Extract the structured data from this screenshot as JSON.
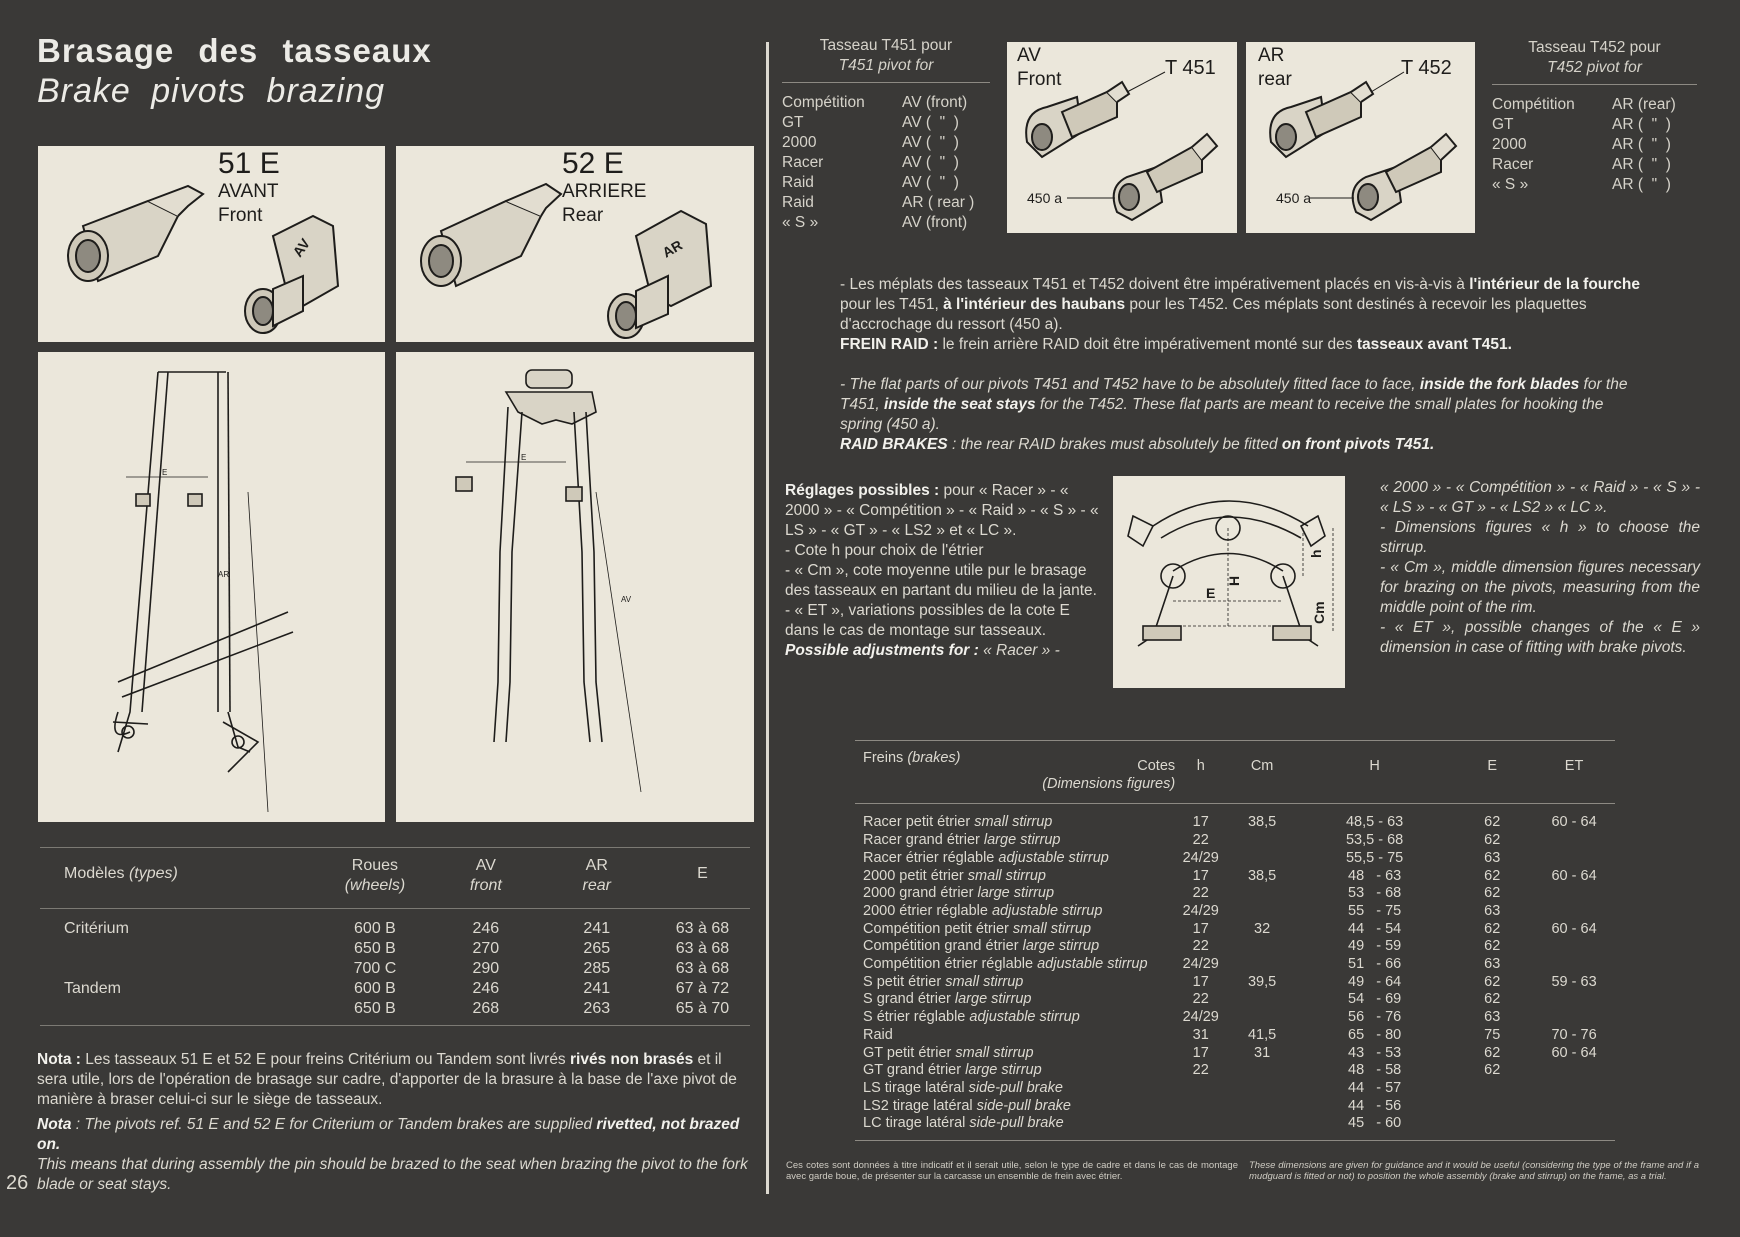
{
  "page": {
    "title": "Brasage des tasseaux",
    "subtitle": "Brake pivots brazing",
    "page_number": "26"
  },
  "pivots_front": {
    "code": "51 E",
    "fr": "AVANT",
    "en": "Front",
    "marking": "AV"
  },
  "pivots_rear": {
    "code": "52 E",
    "fr": "ARRIERE",
    "en": "Rear",
    "marking": "AR"
  },
  "frame_labels": {
    "rear_dim": "E",
    "rear_axis": "AR",
    "fork_dim": "E",
    "fork_axis": "AV"
  },
  "models_table": {
    "headers": {
      "model": "Modèles",
      "model_en": "(types)",
      "wheels": "Roues",
      "wheels_en": "(wheels)",
      "av": "AV",
      "av_en": "front",
      "ar": "AR",
      "ar_en": "rear",
      "e": "E"
    },
    "rows": [
      {
        "model": "Critérium",
        "wheels": "600 B",
        "av": "246",
        "ar": "241",
        "e": "63 à 68"
      },
      {
        "model": "",
        "wheels": "650 B",
        "av": "270",
        "ar": "265",
        "e": "63 à 68"
      },
      {
        "model": "",
        "wheels": "700 C",
        "av": "290",
        "ar": "285",
        "e": "63 à 68"
      },
      {
        "model": "Tandem",
        "wheels": "600 B",
        "av": "246",
        "ar": "241",
        "e": "67 à 72"
      },
      {
        "model": "",
        "wheels": "650 B",
        "av": "268",
        "ar": "263",
        "e": "65 à 70"
      }
    ]
  },
  "nota_fr": {
    "label": "Nota :",
    "t1": " Les tasseaux 51 E et 52 E pour freins Critérium ou Tandem sont livrés ",
    "b1": "rivés non brasés",
    "t2": " et il sera utile, lors de l'opération de brasage sur cadre, d'apporter de la brasure à la base de l'axe pivot de manière à braser celui-ci sur le siège de tasseaux."
  },
  "nota_en": {
    "label": "Nota",
    "t1": " : The pivots ref. 51 E and 52 E for Criterium or Tandem brakes are supplied ",
    "b1": "rivetted, not brazed on.",
    "t2": "This means that during assembly the pin should be brazed to the seat when brazing the pivot to the fork blade or seat stays."
  },
  "t451": {
    "title_fr": "Tasseau T451 pour",
    "title_en": "T451 pivot for",
    "rows": [
      {
        "brake": "Compétition",
        "pos": "AV (front)"
      },
      {
        "brake": "GT",
        "pos": "AV (  \"  )"
      },
      {
        "brake": "2000",
        "pos": "AV (  \"  )"
      },
      {
        "brake": "Racer",
        "pos": "AV (  \"  )"
      },
      {
        "brake": "Raid",
        "pos": "AV (  \"  )"
      },
      {
        "brake": "Raid",
        "pos": "AR ( rear )"
      },
      {
        "brake": "« S »",
        "pos": "AV (front)"
      }
    ],
    "box_fr": "AV",
    "box_en": "Front",
    "box_code": "T 451",
    "spring": "450 a"
  },
  "t452": {
    "title_fr": "Tasseau T452 pour",
    "title_en": "T452 pivot for",
    "rows": [
      {
        "brake": "Compétition",
        "pos": "AR (rear)"
      },
      {
        "brake": "GT",
        "pos": "AR (  \"  )"
      },
      {
        "brake": "2000",
        "pos": "AR (  \"  )"
      },
      {
        "brake": "Racer",
        "pos": "AR (  \"  )"
      },
      {
        "brake": "« S »",
        "pos": "AR (  \"  )"
      }
    ],
    "box_fr": "AR",
    "box_en": "rear",
    "box_code": "T 452",
    "spring": "450 a"
  },
  "flat_fr": {
    "t1": "- Les méplats des tasseaux T451 et T452 doivent être impérativement placés en vis-à-vis à ",
    "b1": "l'intérieur de la fourche",
    "t2": " pour les T451, ",
    "b2": "à l'intérieur des haubans",
    "t3": " pour les T452. Ces méplats sont destinés à recevoir les plaquettes d'accrochage du ressort (450 a).",
    "b3": "FREIN RAID :",
    "t4": " le frein arrière RAID doit être impérativement monté sur des ",
    "b4": "tasseaux avant T451."
  },
  "flat_en": {
    "t1": "- The flat parts of our pivots T451 and T452 have to be absolutely fitted face to face, ",
    "b1": "inside the fork blades",
    "t2": " for the T451, ",
    "b2": "inside the seat stays",
    "t3": " for the T452. These flat parts are meant to receive the small plates for hooking the spring (450 a).",
    "b3": "RAID BRAKES",
    "t4": " : the rear RAID brakes must absolutely be fitted ",
    "b4": "on front pivots T451."
  },
  "adjust_fr": {
    "b1": "Réglages possibles :",
    "t1": " pour « Racer » - « 2000 » - « Compétition » - « Raid » - « S » - « LS » - « GT » - « LS2 » et « LC ».",
    "t2": "- Cote h pour choix de l'étrier",
    "t3": "- « Cm », cote moyenne utile pur le brasage des tasseaux en partant du milieu de la jante.",
    "t4": "- « ET », variations possibles de la cote E dans le cas de montage sur tasseaux.",
    "b2": "Possible adjustments for :",
    "t5": " « Racer » -"
  },
  "adjust_en": {
    "t1": "« 2000 » - « Compétition » - « Raid » - « S » - « LS » - « GT » - « LS2 » « LC ».",
    "t2": "- Dimensions figures « h » to choose the stirrup.",
    "t3": "- « Cm », middle dimension figures necessary for brazing on the pivots, measuring from the middle point of the rim.",
    "t4": "- « ET », possible changes of the « E » dimension in case of fitting with brake pivots."
  },
  "brake_diagram": {
    "h": "h",
    "H": "H",
    "Cm": "Cm",
    "E": "E"
  },
  "brakes_table": {
    "headers": {
      "brakes": "Freins",
      "brakes_en": "(brakes)",
      "cotes": "Cotes",
      "dims": "(Dimensions figures)",
      "h": "h",
      "cm": "Cm",
      "H": "H",
      "E": "E",
      "ET": "ET"
    },
    "rows": [
      {
        "name": "Racer petit étrier",
        "name_en": "small stirrup",
        "h": "17",
        "cm": "38,5",
        "H": "48,5 - 63",
        "E": "62",
        "ET": "60 - 64"
      },
      {
        "name": "Racer grand étrier",
        "name_en": "large stirrup",
        "h": "22",
        "cm": "",
        "H": "53,5 - 68",
        "E": "62",
        "ET": ""
      },
      {
        "name": "Racer étrier réglable",
        "name_en": "adjustable stirrup",
        "h": "24/29",
        "cm": "",
        "H": "55,5 - 75",
        "E": "63",
        "ET": ""
      },
      {
        "name": "2000 petit étrier",
        "name_en": "small stirrup",
        "h": "17",
        "cm": "38,5",
        "H": "48   - 63",
        "E": "62",
        "ET": "60 - 64"
      },
      {
        "name": "2000 grand étrier",
        "name_en": "large stirrup",
        "h": "22",
        "cm": "",
        "H": "53   - 68",
        "E": "62",
        "ET": ""
      },
      {
        "name": "2000 étrier réglable",
        "name_en": "adjustable stirrup",
        "h": "24/29",
        "cm": "",
        "H": "55   - 75",
        "E": "63",
        "ET": ""
      },
      {
        "name": "Compétition petit étrier",
        "name_en": "small stirrup",
        "h": "17",
        "cm": "32",
        "H": "44   - 54",
        "E": "62",
        "ET": "60 - 64"
      },
      {
        "name": "Compétition grand étrier",
        "name_en": "large stirrup",
        "h": "22",
        "cm": "",
        "H": "49   - 59",
        "E": "62",
        "ET": ""
      },
      {
        "name": "Compétition étrier réglable",
        "name_en": "adjustable stirrup",
        "h": "24/29",
        "cm": "",
        "H": "51   - 66",
        "E": "63",
        "ET": ""
      },
      {
        "name": "S petit étrier",
        "name_en": "small stirrup",
        "h": "17",
        "cm": "39,5",
        "H": "49   - 64",
        "E": "62",
        "ET": "59 - 63"
      },
      {
        "name": "S grand étrier",
        "name_en": "large stirrup",
        "h": "22",
        "cm": "",
        "H": "54   - 69",
        "E": "62",
        "ET": ""
      },
      {
        "name": "S étrier réglable",
        "name_en": "adjustable stirrup",
        "h": "24/29",
        "cm": "",
        "H": "56   - 76",
        "E": "63",
        "ET": ""
      },
      {
        "name": "Raid",
        "name_en": "",
        "h": "31",
        "cm": "41,5",
        "H": "65   - 80",
        "E": "75",
        "ET": "70 - 76"
      },
      {
        "name": "GT petit étrier",
        "name_en": "small stirrup",
        "h": "17",
        "cm": "31",
        "H": "43   - 53",
        "E": "62",
        "ET": "60 - 64"
      },
      {
        "name": "GT grand étrier",
        "name_en": "large stirrup",
        "h": "22",
        "cm": "",
        "H": "48   - 58",
        "E": "62",
        "ET": ""
      },
      {
        "name": "LS tirage latéral",
        "name_en": "side-pull brake",
        "h": "",
        "cm": "",
        "H": "44   - 57",
        "E": "",
        "ET": ""
      },
      {
        "name": "LS2 tirage latéral",
        "name_en": "side-pull brake",
        "h": "",
        "cm": "",
        "H": "44   - 56",
        "E": "",
        "ET": ""
      },
      {
        "name": "LC tirage latéral",
        "name_en": "side-pull brake",
        "h": "",
        "cm": "",
        "H": "45   - 60",
        "E": "",
        "ET": ""
      }
    ]
  },
  "footnote_fr": "Ces cotes sont données à titre indicatif et il serait utile, selon le type de cadre et dans le cas de montage avec garde boue, de présenter sur la carcasse un ensemble de frein avec étrier.",
  "footnote_en": "These dimensions are given for guidance and it would be useful (considering the type of the frame and if a mudguard is fitted or not) to position the whole assembly (brake and stirrup) on the frame, as a trial."
}
